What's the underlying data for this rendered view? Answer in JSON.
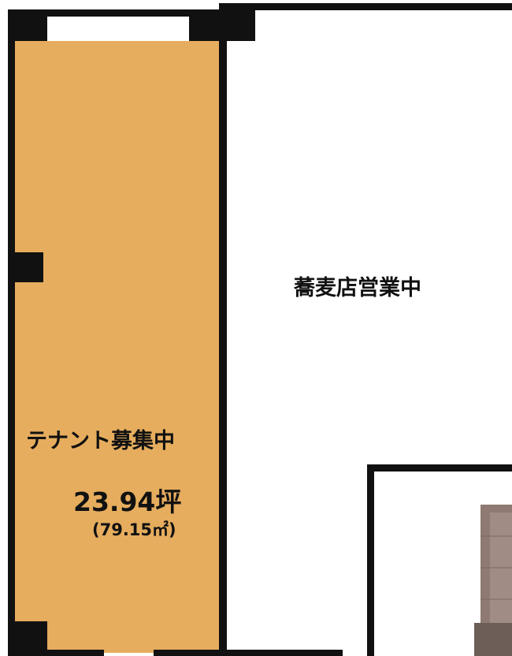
{
  "floor_plan": {
    "tenant_unit": {
      "status_label": "テナント募集中",
      "area_tsubo": "23.94坪",
      "area_sqm": "(79.15㎡)",
      "fill_color": "#E6AD5E"
    },
    "neighbor_unit": {
      "status_label": "蕎麦店営業中",
      "fill_color": "#FFFFFF"
    },
    "wall_color": "#111111"
  }
}
